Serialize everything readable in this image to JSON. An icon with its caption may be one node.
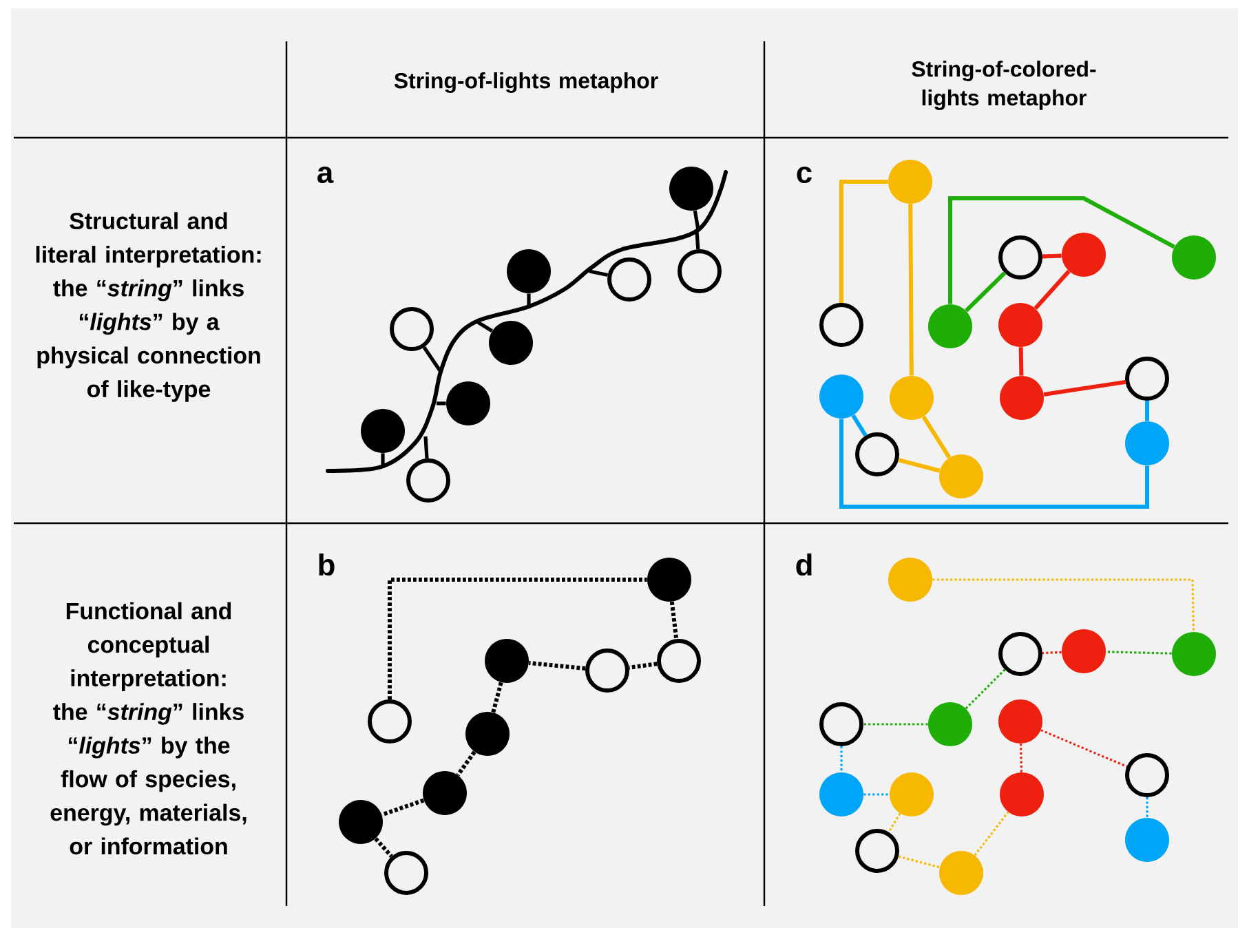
{
  "diagram": {
    "nodes": [
      {
        "text": [],
        "shape": "circle"
      },
      {
        "text": [],
        "shape": "circle"
      },
      {
        "text": [],
        "shape": "circle"
      },
      {
        "text": [],
        "shape": "circle"
      },
      {
        "text": [],
        "shape": "circle"
      },
      {
        "text": [],
        "shape": "circle"
      },
      {
        "text": [],
        "shape": "circle"
      },
      {
        "text": [],
        "shape": "circle"
      },
      {
        "text": [],
        "shape": "circle"
      },
      {
        "text": [],
        "shape": "circle"
      },
      {
        "text": [],
        "shape": "circle"
      },
      {
        "text": [],
        "shape": "circle"
      },
      {
        "text": [],
        "shape": "circle"
      },
      {
        "text": [],
        "shape": "circle"
      },
      {
        "text": [],
        "shape": "circle"
      },
      {
        "text": [],
        "shape": "circle"
      },
      {
        "text": [],
        "shape": "circle"
      },
      {
        "text": [],
        "shape": "circle"
      },
      {
        "text": [],
        "shape": "circle"
      },
      {
        "text": [],
        "shape": "circle"
      },
      {
        "text": [],
        "shape": "circle"
      },
      {
        "text": [],
        "shape": "circle"
      },
      {
        "text": [],
        "shape": "circle"
      },
      {
        "text": [],
        "shape": "circle"
      },
      {
        "text": [],
        "shape": "circle"
      },
      {
        "text": [],
        "shape": "circle"
      },
      {
        "text": [],
        "shape": "circle"
      },
      {
        "text": [],
        "shape": "circle"
      },
      {
        "text": [],
        "shape": "circle"
      },
      {
        "text": [],
        "shape": "circle"
      },
      {
        "text": [],
        "shape": "circle"
      },
      {
        "text": [],
        "shape": "circle"
      },
      {
        "text": [],
        "shape": "circle"
      },
      {
        "text": [],
        "shape": "circle"
      },
      {
        "text": [],
        "shape": "circle"
      },
      {
        "text": [],
        "shape": "circle"
      },
      {
        "text": [],
        "shape": "circle"
      },
      {
        "text": [],
        "shape": "circle"
      },
      {
        "text": [],
        "shape": "circle"
      },
      {
        "text": [],
        "shape": "circle"
      },
      {
        "text": [],
        "shape": "circle"
      },
      {
        "text": [],
        "shape": "circle"
      },
      {
        "text": [],
        "shape": "circle"
      },
      {
        "text": [],
        "shape": "circle"
      },
      {
        "text": [],
        "shape": "circle"
      },
      {
        "text": [],
        "shape": "circle"
      }
    ],
    "edges": [
      {
        "from": 0,
        "to": null,
        "arrow": "none"
      },
      {
        "from": 1,
        "to": null,
        "arrow": "none"
      },
      {
        "from": 2,
        "to": null,
        "arrow": "none"
      },
      {
        "from": 3,
        "to": null,
        "arrow": "none"
      },
      {
        "from": 4,
        "to": null,
        "arrow": "none"
      },
      {
        "from": 5,
        "to": null,
        "arrow": "none"
      },
      {
        "from": 6,
        "to": null,
        "arrow": "none"
      },
      {
        "from": 7,
        "to": null,
        "arrow": "none"
      },
      {
        "from": 8,
        "to": null,
        "arrow": "none"
      },
      {
        "from": 13,
        "to": 9,
        "arrow": "none",
        "color": "#f7b801"
      },
      {
        "from": 9,
        "to": 18,
        "arrow": "none",
        "color": "#f7b801"
      },
      {
        "from": 18,
        "to": 22,
        "arrow": "none",
        "color": "#f7b801"
      },
      {
        "from": 22,
        "to": 21,
        "arrow": "none",
        "color": "#f7b801"
      },
      {
        "from": 21,
        "to": 17,
        "arrow": "none",
        "color": "#00a5f7"
      },
      {
        "from": 17,
        "to": 20,
        "arrow": "none",
        "color": "#00a5f7"
      },
      {
        "from": 20,
        "to": 16,
        "arrow": "none",
        "color": "#00a5f7"
      },
      {
        "from": 16,
        "to": 19,
        "arrow": "none",
        "color": "#ee2010"
      },
      {
        "from": 19,
        "to": 15,
        "arrow": "none",
        "color": "#ee2010"
      },
      {
        "from": 15,
        "to": 11,
        "arrow": "none",
        "color": "#ee2010"
      },
      {
        "from": 11,
        "to": 10,
        "arrow": "none",
        "color": "#ee2010"
      },
      {
        "from": 10,
        "to": 14,
        "arrow": "none",
        "color": "#1eae07"
      },
      {
        "from": 14,
        "to": 12,
        "arrow": "none",
        "color": "#1eae07"
      },
      {
        "from": 27,
        "to": 23,
        "arrow": "none",
        "style": "dashed"
      },
      {
        "from": 23,
        "to": 25,
        "arrow": "none",
        "style": "dashed"
      },
      {
        "from": 25,
        "to": 26,
        "arrow": "none",
        "style": "dashed"
      },
      {
        "from": 26,
        "to": 24,
        "arrow": "none",
        "style": "dashed"
      },
      {
        "from": 24,
        "to": 28,
        "arrow": "none",
        "style": "dashed"
      },
      {
        "from": 28,
        "to": 29,
        "arrow": "none",
        "style": "dashed"
      },
      {
        "from": 29,
        "to": 30,
        "arrow": "none",
        "style": "dashed"
      },
      {
        "from": 30,
        "to": 31,
        "arrow": "none",
        "style": "dashed"
      },
      {
        "from": 32,
        "to": 35,
        "arrow": "none",
        "style": "dashed",
        "color": "#f7b801"
      },
      {
        "from": 35,
        "to": 34,
        "arrow": "none",
        "style": "dashed",
        "color": "#1eae07"
      },
      {
        "from": 34,
        "to": 33,
        "arrow": "none",
        "style": "dashed",
        "color": "#ee2010"
      },
      {
        "from": 33,
        "to": 37,
        "arrow": "none",
        "style": "dashed",
        "color": "#1eae07"
      },
      {
        "from": 37,
        "to": 36,
        "arrow": "none",
        "style": "dashed",
        "color": "#1eae07"
      },
      {
        "from": 36,
        "to": 40,
        "arrow": "none",
        "style": "dashed",
        "color": "#00a5f7"
      },
      {
        "from": 40,
        "to": 41,
        "arrow": "none",
        "style": "dashed",
        "color": "#00a5f7"
      },
      {
        "from": 41,
        "to": 44,
        "arrow": "none",
        "style": "dashed",
        "color": "#f7b801"
      },
      {
        "from": 44,
        "to": 45,
        "arrow": "none",
        "style": "dashed",
        "color": "#f7b801"
      },
      {
        "from": 45,
        "to": 42,
        "arrow": "none",
        "style": "dashed",
        "color": "#f7b801"
      },
      {
        "from": 42,
        "to": 38,
        "arrow": "none",
        "style": "dashed",
        "color": "#ee2010"
      },
      {
        "from": 38,
        "to": 39,
        "arrow": "none",
        "style": "dashed",
        "color": "#ee2010"
      },
      {
        "from": 39,
        "to": 43,
        "arrow": "none",
        "style": "dashed",
        "color": "#00a5f7"
      }
    ],
    "labels": [
      "String-of-lights metaphor",
      "String-of-colored-lights metaphor",
      "Structural and literal interpretation: the “*string*” links “*lights*” by a physical connection of like-type",
      "a",
      "c",
      "Functional and conceptual interpretation: the “*string*” links “*lights*” by the flow of species, energy, materials, or information",
      "b",
      "d"
    ]
  }
}
